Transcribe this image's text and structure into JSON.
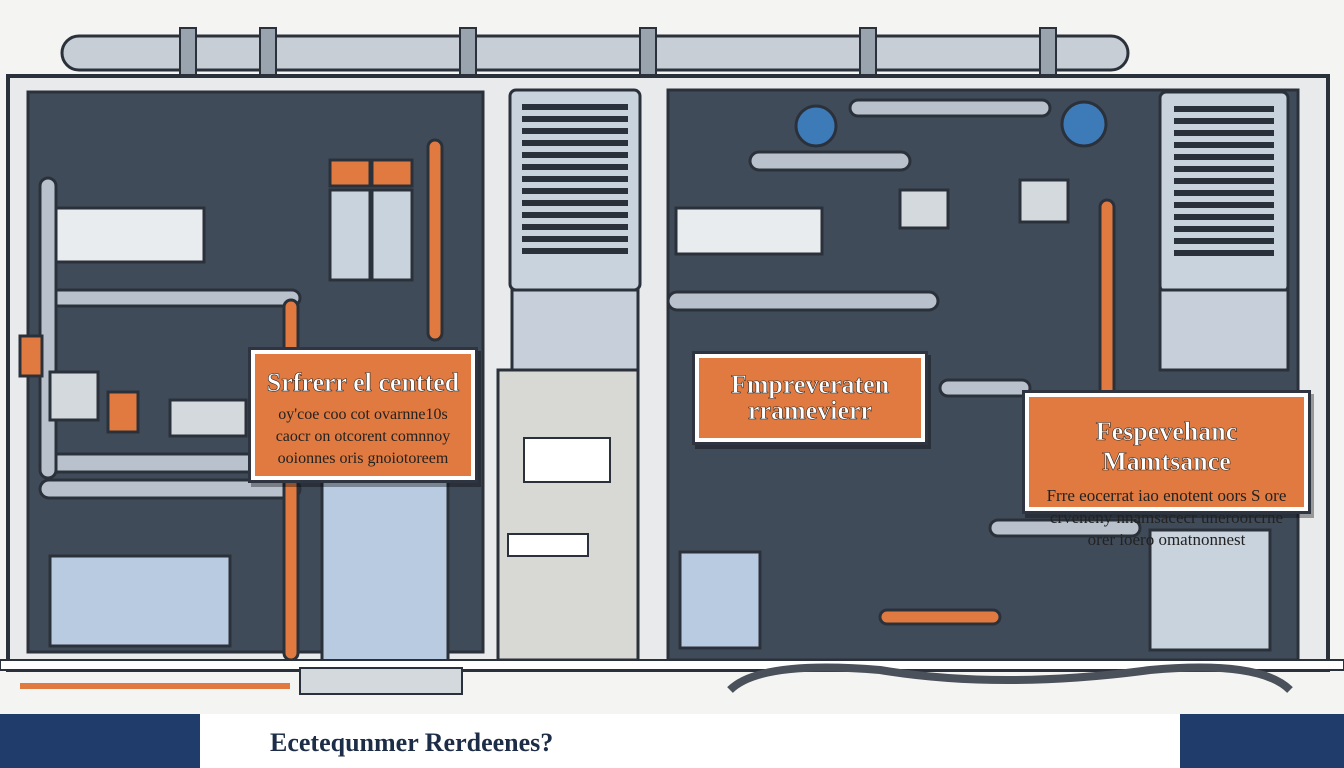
{
  "signs": {
    "left": {
      "title": "Srfrerr el centted",
      "lines": [
        "oy'coe coo cot ovarnne10s",
        "caocr on otcorent comnnoy",
        "ooionnes oris gnoiotoreem"
      ]
    },
    "middle": {
      "title_lines": [
        "Fmpreveraten",
        "rramevierr"
      ]
    },
    "right": {
      "title": "Fespevehanc Mamtsance",
      "lines": [
        "Frre eocerrat iao enotent oors S ore",
        "crveneny nnamsacecr uneroorcrne",
        "orer ioero omatnonnest"
      ]
    }
  },
  "footer": {
    "caption": "Ecetequnmer Rerdeenes?"
  },
  "colors": {
    "sign": "#e07a40",
    "footer_band": "#1f3c6a",
    "pipe": "#b9c2cc",
    "cabinet_bg": "#3f4a58"
  }
}
